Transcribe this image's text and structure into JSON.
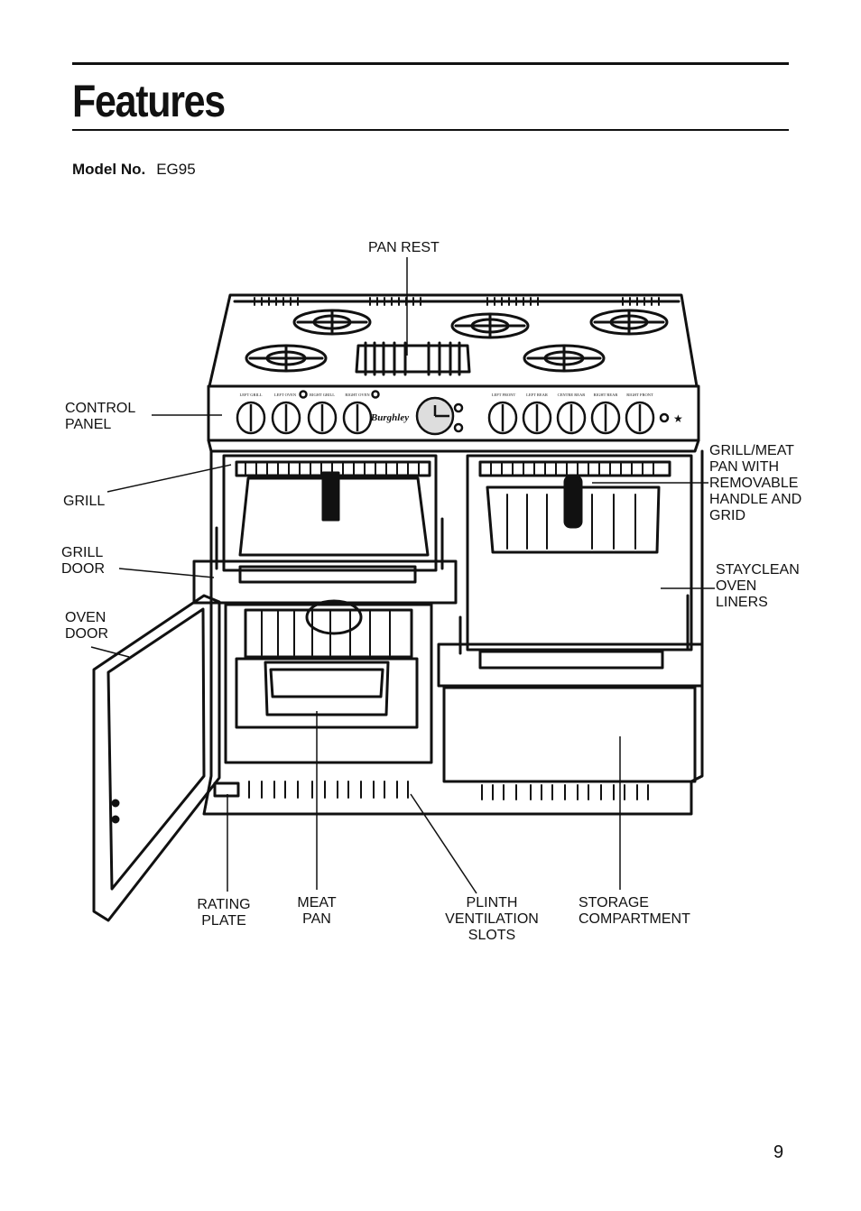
{
  "page": {
    "title": "Features",
    "model_label": "Model No.",
    "model_value": "EG95",
    "page_number": "9"
  },
  "panel": {
    "knob_labels_left": [
      "LEFT GRILL",
      "LEFT OVEN",
      "RIGHT GRILL",
      "RIGHT OVEN"
    ],
    "knob_labels_right": [
      "LEFT FRONT",
      "LEFT REAR",
      "CENTRE REAR",
      "RIGHT REAR",
      "RIGHT FRONT"
    ],
    "brand": "Burghley"
  },
  "callouts": {
    "pan_rest": "PAN REST",
    "control_panel": [
      "CONTROL",
      "PANEL"
    ],
    "grill": "GRILL",
    "grill_door": [
      "GRILL",
      "DOOR"
    ],
    "oven_door": [
      "OVEN",
      "DOOR"
    ],
    "grill_meat_pan": [
      "GRILL/MEAT",
      "PAN WITH",
      "REMOVABLE",
      "HANDLE AND",
      "GRID"
    ],
    "stayclean": [
      "STAYCLEAN",
      "OVEN",
      "LINERS"
    ],
    "rating_plate": [
      "RATING",
      "PLATE"
    ],
    "meat_pan": [
      "MEAT",
      "PAN"
    ],
    "plinth": [
      "PLINTH",
      "VENTILATION",
      "SLOTS"
    ],
    "storage": [
      "STORAGE",
      "COMPARTMENT"
    ]
  }
}
